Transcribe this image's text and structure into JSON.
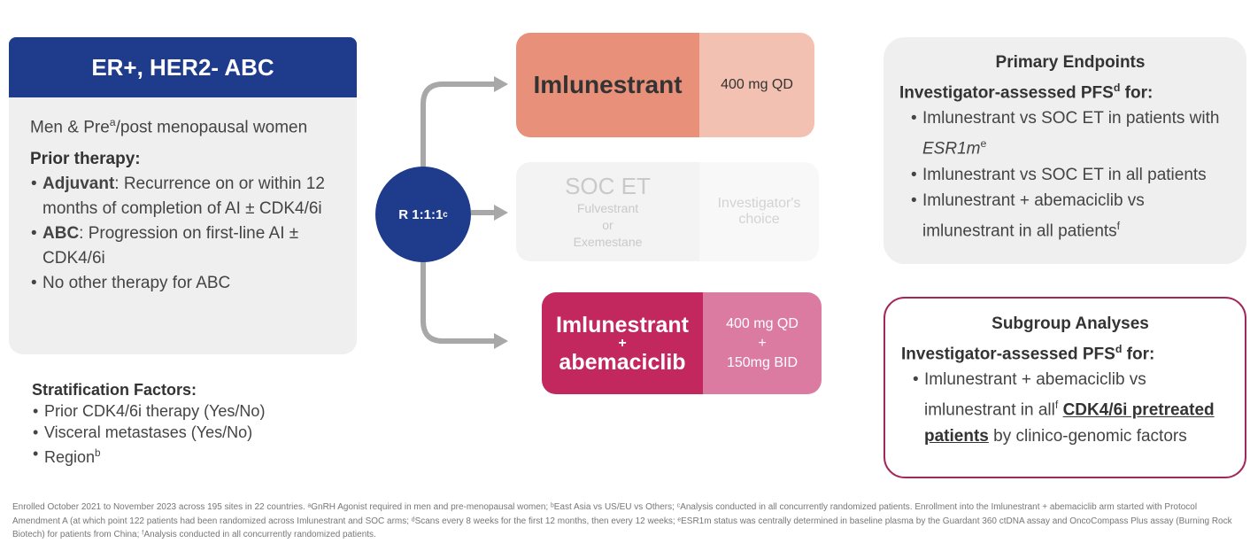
{
  "eligibility": {
    "title": "ER+, HER2- ABC",
    "population": "Men & Pre",
    "population_sup": "a",
    "population_rest": "/post menopausal women",
    "prior_label": "Prior therapy:",
    "items": [
      {
        "bold": "Adjuvant",
        "text": ": Recurrence on or within 12 months of completion of AI ± CDK4/6i"
      },
      {
        "bold": "ABC",
        "text": ": Progression on first-line AI ± CDK4/6i"
      },
      {
        "bold": "",
        "text": "No other therapy for ABC"
      }
    ]
  },
  "stratification": {
    "title": "Stratification Factors:",
    "items": [
      "Prior CDK4/6i therapy (Yes/No)",
      "Visceral metastases (Yes/No)",
      "Region"
    ],
    "region_sup": "b"
  },
  "randomization": {
    "label": "R 1:1:1",
    "sup": "c"
  },
  "arms": [
    {
      "name": "Imlunestrant",
      "dose": "400 mg QD",
      "color": "#e8907a",
      "dose_color": "#f3c1b1"
    },
    {
      "name": "SOC ET",
      "sub1": "Fulvestrant",
      "sub2": "or",
      "sub3": "Exemestane",
      "dose": "Investigator's choice"
    },
    {
      "name1": "Imlunestrant",
      "plus": "+",
      "name2": "abemaciclib",
      "dose1": "400 mg QD",
      "dose_plus": "+",
      "dose2": "150mg BID",
      "color": "#c2285e",
      "dose_color": "#dc7ba2"
    }
  ],
  "primary": {
    "title": "Primary Endpoints",
    "subtitle": "Investigator-assessed PFS",
    "sup": "d",
    "for": " for:",
    "items": [
      "Imlunestrant vs SOC ET in patients with ",
      "Imlunestrant vs SOC ET in all patients",
      "Imlunestrant + abemaciclib vs imlunestrant in all patients"
    ],
    "esr": "ESR1m",
    "esr_sup": "e",
    "item3_sup": "f"
  },
  "subgroup": {
    "title": "Subgroup Analyses",
    "subtitle": "Investigator-assessed PFS",
    "sup": "d",
    "for": " for:",
    "text1": "Imlunestrant + abemaciclib vs imlunestrant in all",
    "text1_sup": "f",
    "bold": "CDK4/6i pretreated patients",
    "text2": " by clinico-genomic factors"
  },
  "footnote": "Enrolled October 2021 to November 2023 across 195 sites in 22 countries. ᵃGnRH Agonist required in men and pre-menopausal women; ᵇEast Asia vs US/EU vs Others; ᶜAnalysis conducted in all concurrently randomized patients. Enrollment into the Imlunestrant + abemaciclib arm started with Protocol Amendment A (at which point 122 patients had been randomized across Imlunestrant and SOC arms; ᵈScans every 8 weeks for the first 12 months, then every 12 weeks; ᵉESR1m status was centrally determined in baseline plasma by the Guardant 360 ctDNA assay and OncoCompass Plus assay (Burning Rock Biotech) for patients from China; ᶠAnalysis conducted in all concurrently randomized patients."
}
